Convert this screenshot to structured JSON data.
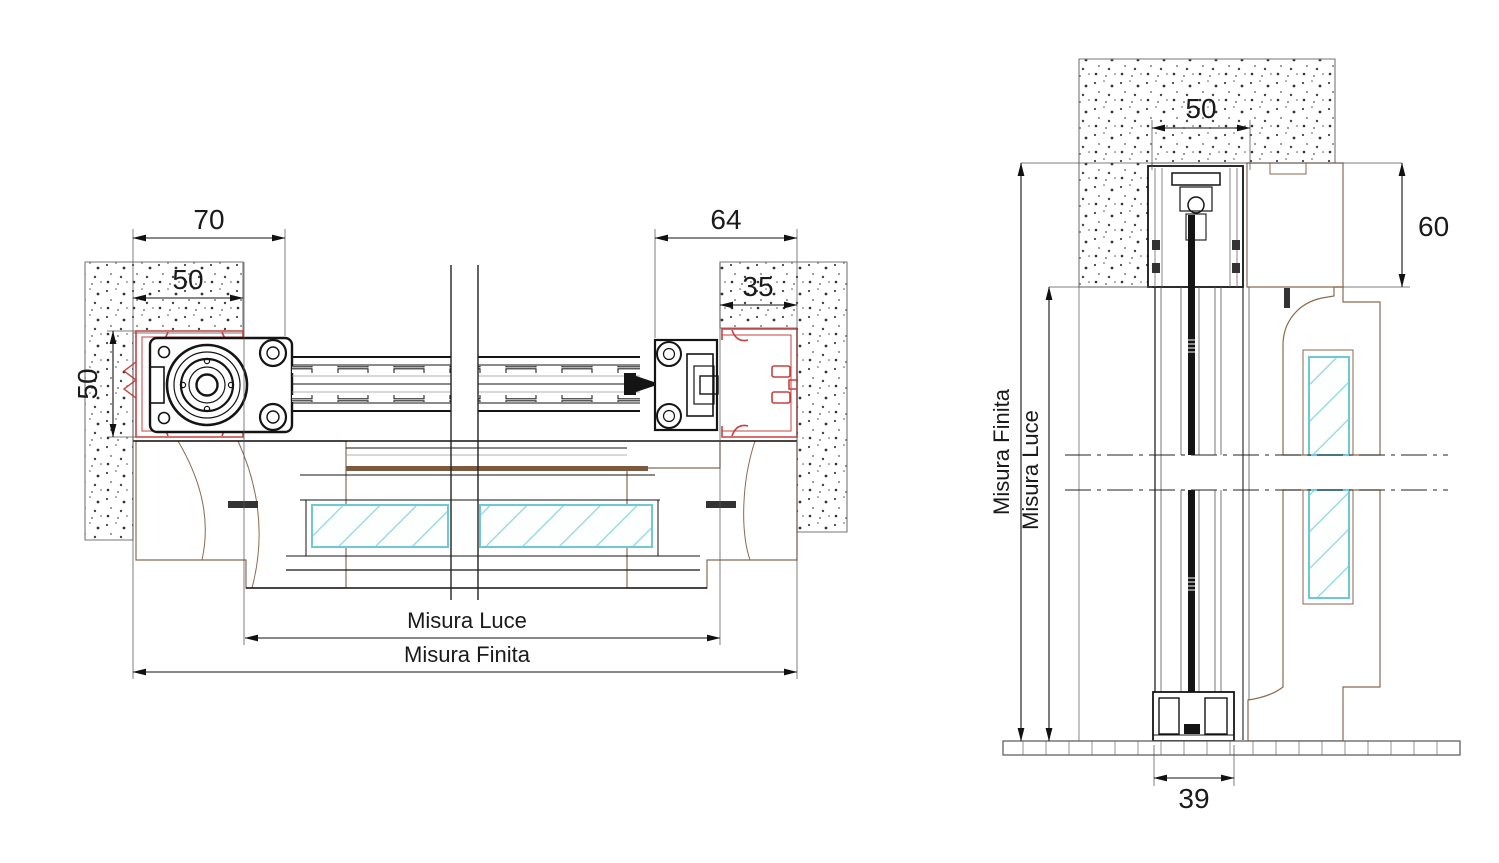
{
  "drawing_type": "sliding-door-frame-cross-sections",
  "colors": {
    "profile_red": "#c84040",
    "wood_grain": "#9a7a58",
    "glass_cyan": "#6fc9d4",
    "dimension_line": "#1a1a1a",
    "concrete_outline": "#777777",
    "metal_black": "#141414"
  },
  "left_section": {
    "dim_top_width": "70",
    "dim_recess_left_width": "50",
    "dim_top_right_width": "64",
    "dim_recess_right_width": "35",
    "dim_frame_depth": "50",
    "dim_clear_width_label": "Misura Luce",
    "dim_overall_width_label": "Misura Finita"
  },
  "right_section": {
    "dim_track_width": "50",
    "dim_header_height": "60",
    "dim_floor_track_width": "39",
    "dim_overall_height_label": "Misura Finita",
    "dim_clear_height_label": "Misura Luce"
  }
}
